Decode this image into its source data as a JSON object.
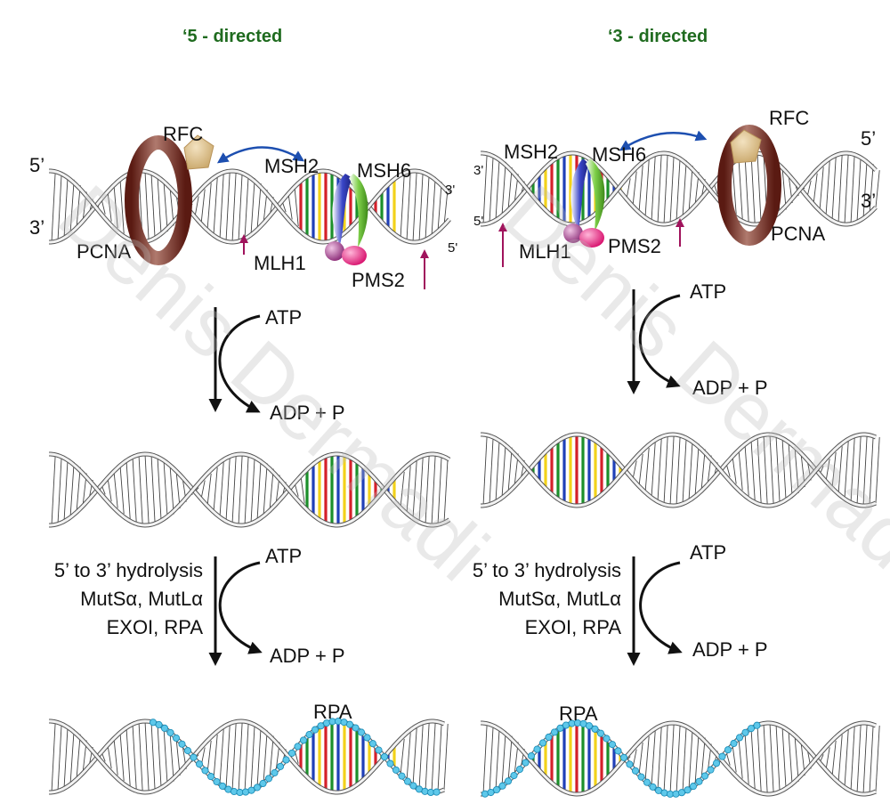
{
  "titles": {
    "left": "‘5 - directed",
    "right": "‘3 - directed"
  },
  "labels": {
    "five_prime": "5’",
    "three_prime": "3’",
    "five_prime_small": "5'",
    "three_prime_small": "3'",
    "rfc": "RFC",
    "pcna": "PCNA",
    "msh2": "MSH2",
    "msh6": "MSH6",
    "mlh1": "MLH1",
    "pms2": "PMS2",
    "atp": "ATP",
    "adp_p": "ADP + P",
    "rpa": "RPA"
  },
  "step_text": {
    "line1": "5’ to 3’ hydrolysis",
    "line2": "MutSα, MutLα",
    "line3": "EXOI, RPA"
  },
  "watermark": "Denis Dermadi",
  "colors": {
    "title_green": "#1f6b1f",
    "pcna_brown": "#6b2a1f",
    "rfc_tan": "#d9bd8a",
    "magenta": "#a0135c",
    "rpa_blue": "#3fb6e0",
    "arrow_blue": "#1d4fb0"
  }
}
